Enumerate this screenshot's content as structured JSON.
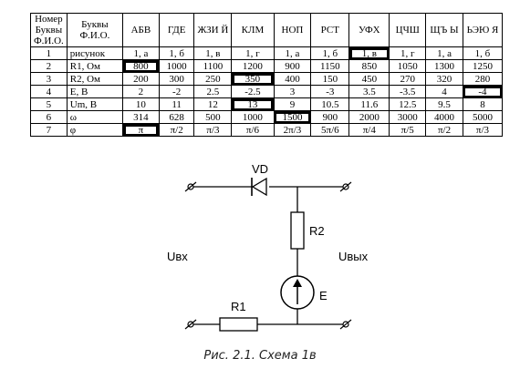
{
  "table": {
    "header": [
      "Номер Буквы Ф.И.О.",
      "Буквы Ф.И.О.",
      "АБВ",
      "ГДЕ",
      "ЖЗИ Й",
      "КЛМ",
      "НОП",
      "РСТ",
      "УФХ",
      "ЦЧШ",
      "ЩЪ Ы",
      "ЬЭЮ Я"
    ],
    "rows": [
      [
        "1",
        "рисунок",
        "1, а",
        "1, б",
        "1, в",
        "1, г",
        "1, а",
        "1, б",
        "1, в",
        "1, г",
        "1, а",
        "1, б"
      ],
      [
        "2",
        "R1, Ом",
        "800",
        "1000",
        "1100",
        "1200",
        "900",
        "1150",
        "850",
        "1050",
        "1300",
        "1250"
      ],
      [
        "3",
        "R2, Ом",
        "200",
        "300",
        "250",
        "350",
        "400",
        "150",
        "450",
        "270",
        "320",
        "280"
      ],
      [
        "4",
        "E, В",
        "2",
        "-2",
        "2.5",
        "-2.5",
        "3",
        "-3",
        "3.5",
        "-3.5",
        "4",
        "-4"
      ],
      [
        "5",
        "Um, В",
        "10",
        "11",
        "12",
        "13",
        "9",
        "10.5",
        "11.6",
        "12.5",
        "9.5",
        "8"
      ],
      [
        "6",
        "ω",
        "314",
        "628",
        "500",
        "1000",
        "1500",
        "900",
        "2000",
        "3000",
        "4000",
        "5000"
      ],
      [
        "7",
        "φ",
        "π",
        "π/2",
        "π/3",
        "π/6",
        "2π/3",
        "5π/6",
        "π/4",
        "π/5",
        "π/2",
        "π/3"
      ]
    ]
  },
  "schematic": {
    "vd_label": "VD",
    "r2_label": "R2",
    "r1_label": "R1",
    "e_label": "E",
    "uin_label": "Uвх",
    "uout_label": "Uвых"
  },
  "caption": "Рис. 2.1. Схема 1в"
}
